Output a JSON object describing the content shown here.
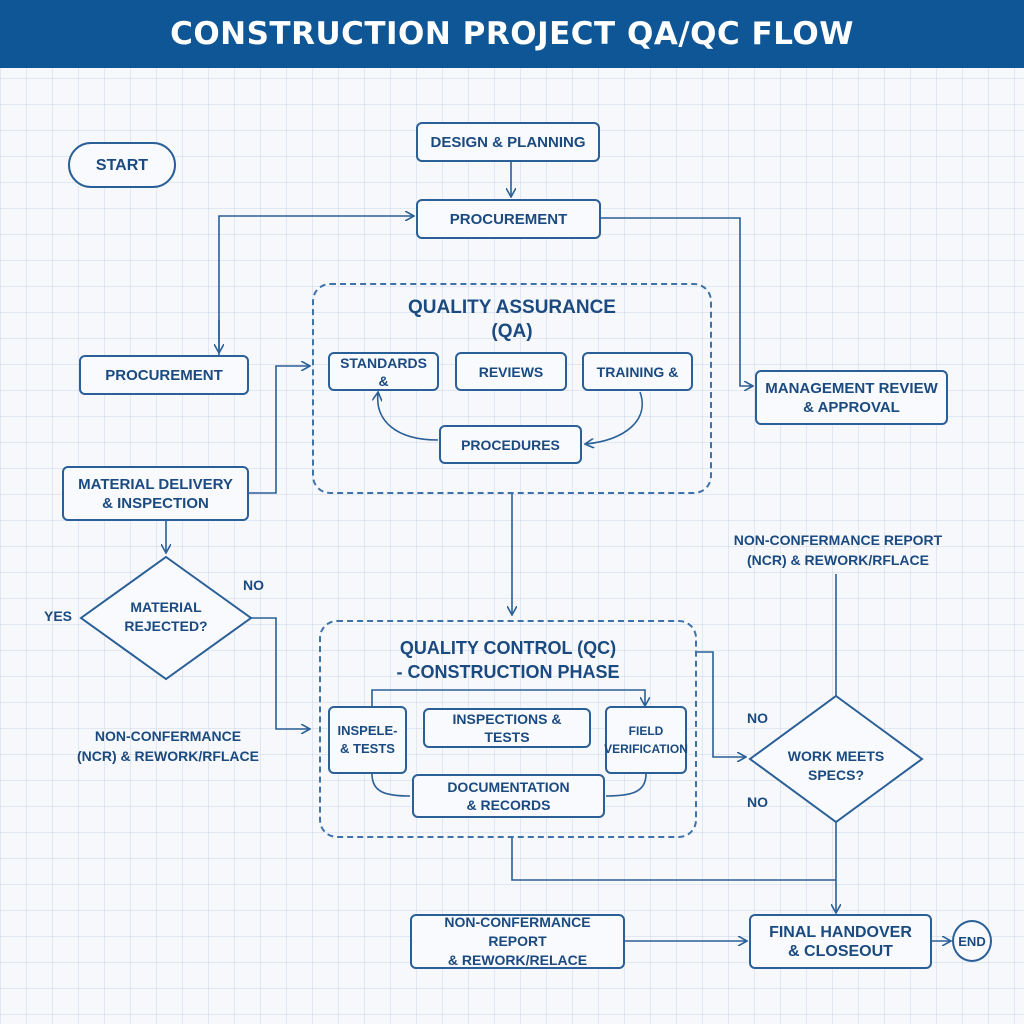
{
  "title": "CONSTRUCTION PROJECT QA/QC FLOW",
  "colors": {
    "banner": "#0f5697",
    "stroke": "#2a5f97",
    "text": "#1b4a80",
    "grid": "#dfe6ef"
  },
  "nodes": {
    "start": "START",
    "design": "DESIGN & PLANNING",
    "procurement_top": "PROCUREMENT",
    "procurement_left": "PROCUREMENT",
    "material_delivery": "MATERIAL DELIVERY\n& INSPECTION",
    "material_rejected": "MATERIAL\nREJECTED?",
    "management_review": "MANAGEMENT REVIEW\n& APPROVAL",
    "work_meets_specs": "WORK MEETS\nSPECS?",
    "ncr_bottom": "NON-CONFERMANCE REPORT\n& REWORK/RELACE",
    "final_handover": "FINAL HANDOVER\n& CLOSEOUT",
    "end": "END"
  },
  "qa": {
    "title": "QUALITY ASSURANCE\n(QA)",
    "standards": "STANDARDS &",
    "reviews": "REVIEWS",
    "training": "TRAINING &",
    "procedures": "PROCEDURES"
  },
  "qc": {
    "title": "QUALITY CONTROL (QC)\n- CONSTRUCTION PHASE",
    "inspect_left": "INSPELE-\n& TESTS",
    "inspections_tests": "INSPECTIONS & TESTS",
    "field": "FIELD\nVERIFICATION",
    "documentation": "DOCUMENTATION\n& RECORDS"
  },
  "labels": {
    "yes": "YES",
    "no_material": "NO",
    "ncr_left": "NON-CONFERMANCE\n(NCR) & REWORK/RFLACE",
    "ncr_right": "NON-CONFERMANCE REPORT\n(NCR) & REWORK/RFLACE",
    "no_top": "NO",
    "no_bottom": "NO"
  }
}
